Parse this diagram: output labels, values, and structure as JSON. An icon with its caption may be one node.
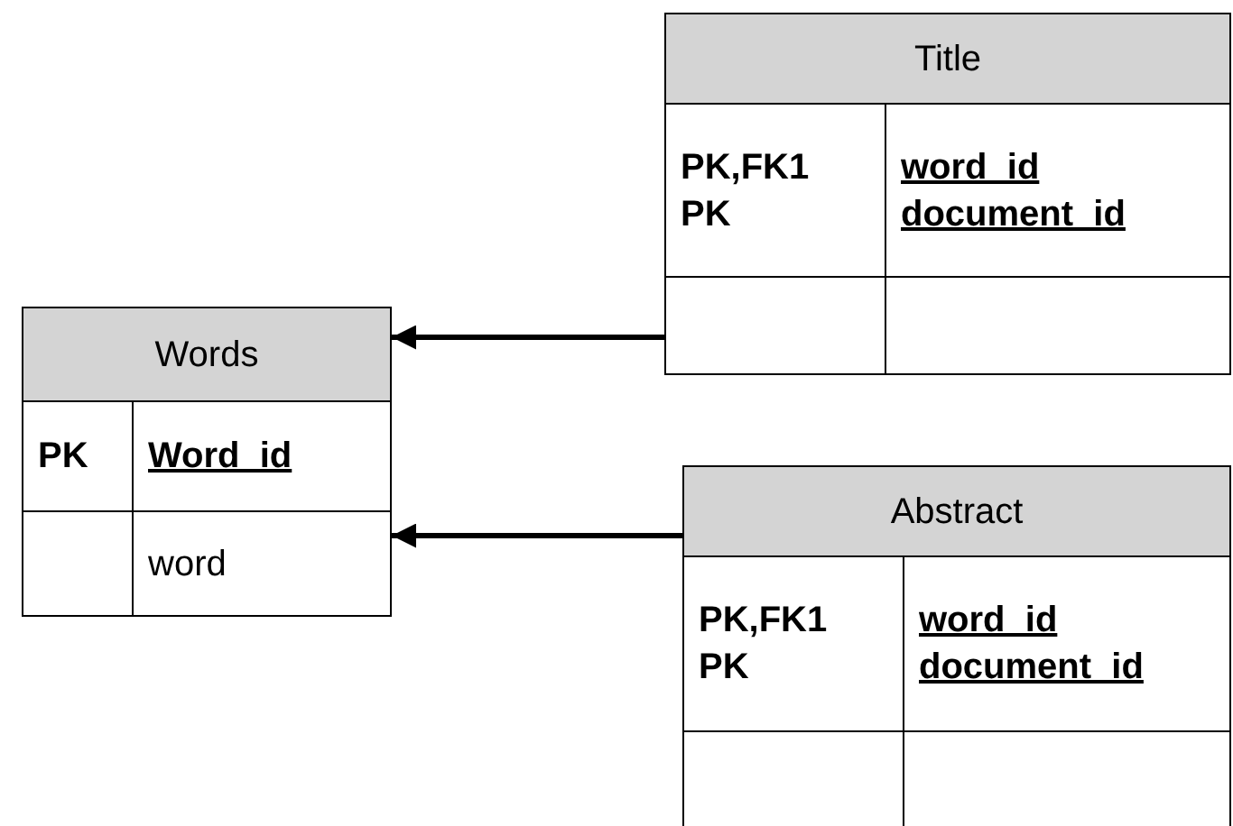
{
  "diagram": {
    "nodes": [
      {
        "text": [
          "Words",
          "PK",
          "Word_id",
          "word"
        ]
      },
      {
        "text": [
          "Title",
          "PK,FK1",
          "PK",
          "word_id",
          "document_id"
        ]
      },
      {
        "text": [
          "Abstract",
          "PK,FK1",
          "PK",
          "word_id",
          "document_id"
        ]
      }
    ],
    "edges": [
      {
        "from": 1,
        "to": 0,
        "arrow": "to"
      },
      {
        "from": 2,
        "to": 0,
        "arrow": "to"
      }
    ]
  }
}
